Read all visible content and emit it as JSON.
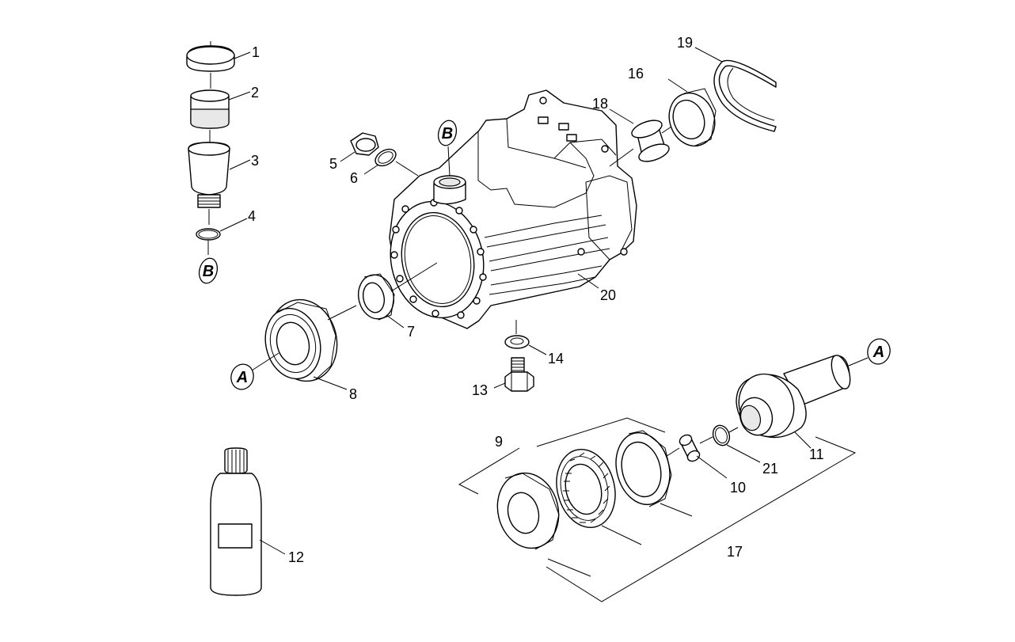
{
  "labels": {
    "p1": "1",
    "p2": "2",
    "p3": "3",
    "p4": "4",
    "p5": "5",
    "p6": "6",
    "p7": "7",
    "p8": "8",
    "p9": "9",
    "p10": "10",
    "p11": "11",
    "p12": "12",
    "p13": "13",
    "p14": "14",
    "p16": "16",
    "p17": "17",
    "p18": "18",
    "p19": "19",
    "p20": "20",
    "p21": "21"
  },
  "refs": {
    "a": "A",
    "b": "B"
  }
}
